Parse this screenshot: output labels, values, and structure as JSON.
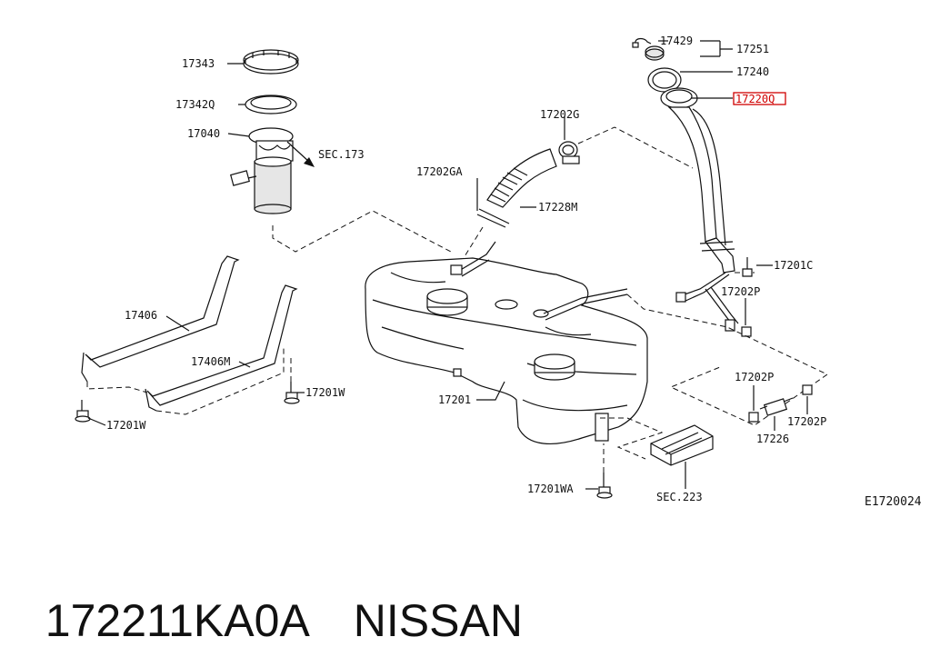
{
  "diagram_id": "E1720024",
  "labels": {
    "l17343": "17343",
    "l17342Q": "17342Q",
    "l17040": "17040",
    "lsec173": "SEC.173",
    "l17202G": "17202G",
    "l17202GA": "17202GA",
    "l17228M": "17228M",
    "l17429": "17429",
    "l17251": "17251",
    "l17240": "17240",
    "l17220Q": "17220Q",
    "l17201C": "17201C",
    "l17202P_a": "17202P",
    "l17202P_b": "17202P",
    "l17202P_c": "17202P",
    "l17226": "17226",
    "l17406": "17406",
    "l17406M": "17406M",
    "l17201W_a": "17201W",
    "l17201W_b": "17201W",
    "l17201": "17201",
    "l17201WA": "17201WA",
    "lsec223": "SEC.223"
  },
  "highlight_color": "#d00000",
  "caption": {
    "part_number": "172211KA0A",
    "brand": "NISSAN"
  }
}
